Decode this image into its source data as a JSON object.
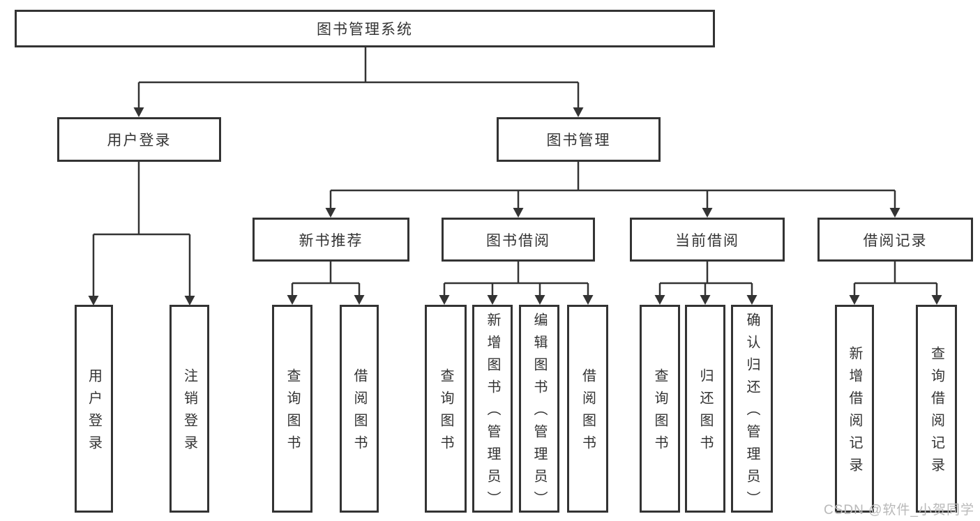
{
  "colors": {
    "line": "#333333",
    "border": "#333333",
    "text": "#333333",
    "watermark": "#b9b9b9",
    "bg": "#ffffff"
  },
  "tree": {
    "label": "图书管理系统",
    "children": [
      {
        "label": "用户登录",
        "children": [
          {
            "label": "用户登录"
          },
          {
            "label": "注销登录"
          }
        ]
      },
      {
        "label": "图书管理",
        "children": [
          {
            "label": "新书推荐",
            "children": [
              {
                "label": "查询图书"
              },
              {
                "label": "借阅图书"
              }
            ]
          },
          {
            "label": "图书借阅",
            "children": [
              {
                "label": "查询图书"
              },
              {
                "label": "新增图书（管理员）"
              },
              {
                "label": "编辑图书（管理员）"
              },
              {
                "label": "借阅图书"
              }
            ]
          },
          {
            "label": "当前借阅",
            "children": [
              {
                "label": "查询图书"
              },
              {
                "label": "归还图书"
              },
              {
                "label": "确认归还（管理员）"
              }
            ]
          },
          {
            "label": "借阅记录",
            "children": [
              {
                "label": "新增借阅记录"
              },
              {
                "label": "查询借阅记录"
              }
            ]
          }
        ]
      }
    ]
  },
  "watermark": {
    "text": "CSDN @软件_小贺同学"
  }
}
